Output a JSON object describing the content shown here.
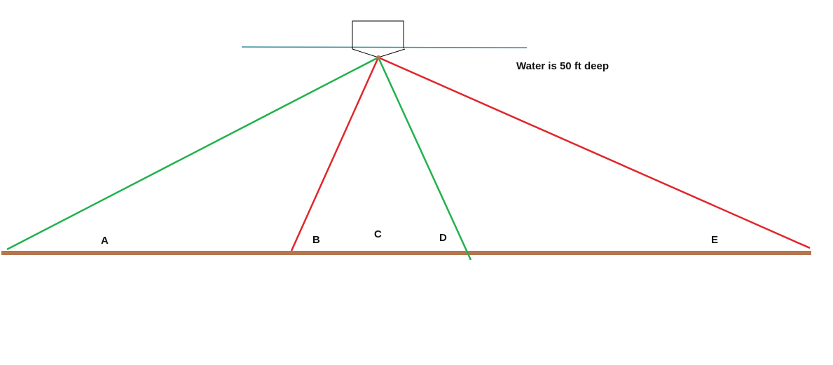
{
  "annotation": "Water is 50 ft deep",
  "zones": [
    "A",
    "B",
    "C",
    "D",
    "E"
  ],
  "colors": {
    "water": "#3a8f9a",
    "seabed": "#b5754f",
    "green": "#22b14c",
    "red": "#e0262b",
    "boat": "#000000"
  }
}
